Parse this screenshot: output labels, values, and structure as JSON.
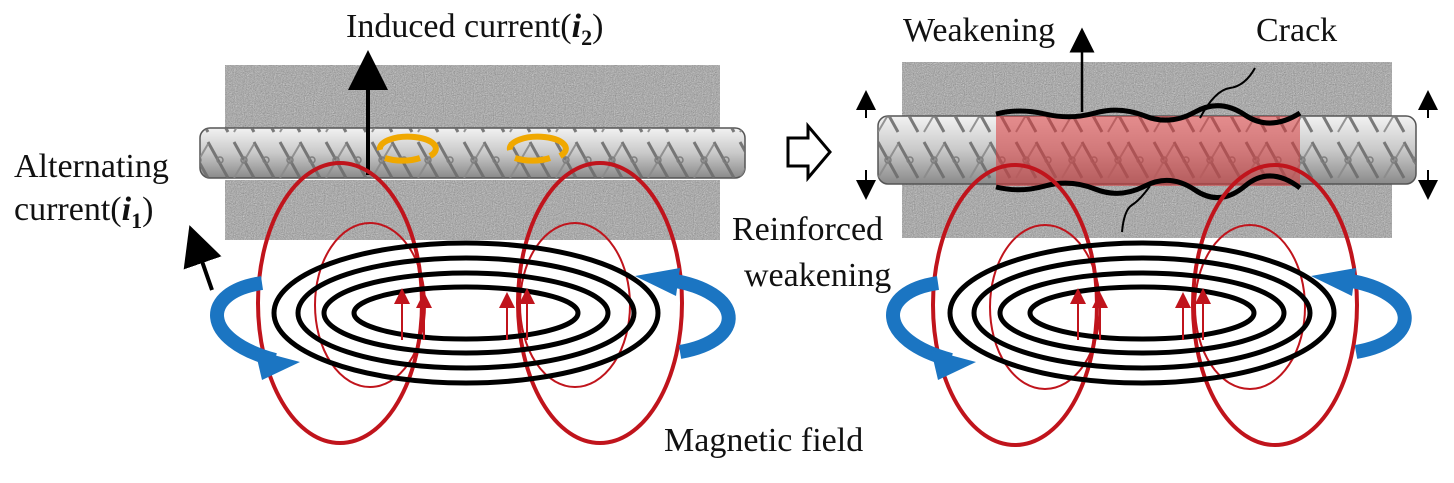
{
  "labels": {
    "induced_current": "Induced current(",
    "induced_var": "i",
    "induced_sub": "2",
    "induced_close": ")",
    "alternating_line1": "Alternating",
    "alternating_line2": "current(",
    "alternating_var": "i",
    "alternating_sub": "1",
    "alternating_close": ")",
    "weakening": "Weakening",
    "crack": "Crack",
    "reinforced_line1": "Reinforced",
    "reinforced_line2": "weakening",
    "magnetic_field": "Magnetic field"
  },
  "colors": {
    "field_line": "#c0141c",
    "current_arrow": "#1b75c2",
    "eddy_current": "#f0a800",
    "crack_region": "#d9383a",
    "coil": "#000000",
    "concrete": "#9a9a9a",
    "rebar": "#d8d8d8"
  },
  "icons": {
    "transition": "hollow-right-arrow-icon",
    "eddy": "circular-arrow-icon"
  }
}
